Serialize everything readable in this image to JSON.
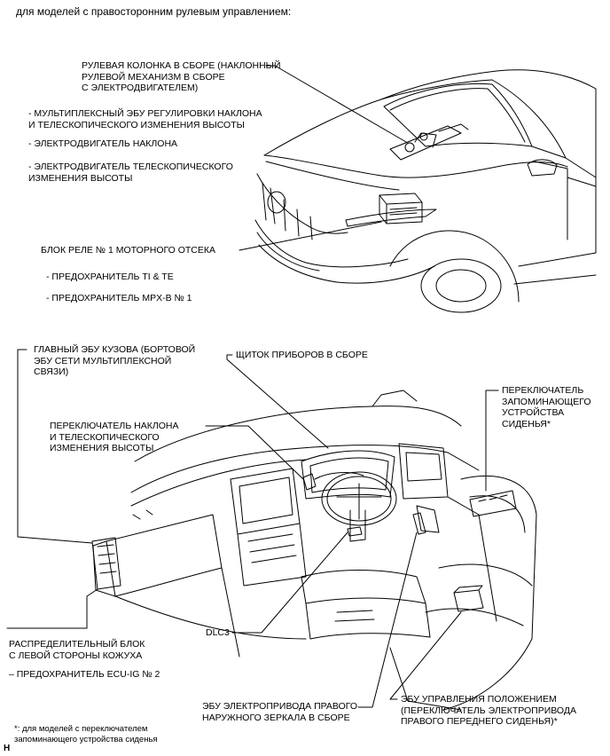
{
  "header": "для моделей с правосторонним рулевым управлением:",
  "labels": {
    "steering_column": [
      "РУЛЕВАЯ КОЛОНКА В СБОРЕ (НАКЛОННЫЙ",
      "РУЛЕВОЙ МЕХАНИЗМ В СБОРЕ",
      "С ЭЛЕКТРОДВИГАТЕЛЕМ)"
    ],
    "ecu_tilt": [
      "- МУЛЬТИПЛЕКСНЫЙ ЭБУ РЕГУЛИРОВКИ НАКЛОНА",
      "И ТЕЛЕСКОПИЧЕСКОГО ИЗМЕНЕНИЯ ВЫСОТЫ"
    ],
    "tilt_motor": "- ЭЛЕКТРОДВИГАТЕЛЬ НАКЛОНА",
    "tele_motor": [
      "- ЭЛЕКТРОДВИГАТЕЛЬ ТЕЛЕСКОПИЧЕСКОГО",
      "ИЗМЕНЕНИЯ ВЫСОТЫ"
    ],
    "relay_block": "БЛОК РЕЛЕ № 1 МОТОРНОГО ОТСЕКА",
    "fuse_ti_te": "- ПРЕДОХРАНИТЕЛЬ TI & TE",
    "fuse_mpx": "- ПРЕДОХРАНИТЕЛЬ MPX-B № 1",
    "main_body_ecu": [
      "ГЛАВНЫЙ ЭБУ КУЗОВА (БОРТОВОЙ",
      "ЭБУ СЕТИ МУЛЬТИПЛЕКСНОЙ",
      "СВЯЗИ)"
    ],
    "instrument_panel": "ЩИТОК ПРИБОРОВ В СБОРЕ",
    "memory_switch": [
      "ПЕРЕКЛЮЧАТЕЛЬ",
      "ЗАПОМИНАЮЩЕГО",
      "УСТРОЙСТВА",
      "СИДЕНЬЯ*"
    ],
    "tilt_switch": [
      "ПЕРЕКЛЮЧАТЕЛЬ НАКЛОНА",
      "И ТЕЛЕСКОПИЧЕСКОГО",
      "ИЗМЕНЕНИЯ ВЫСОТЫ"
    ],
    "dlc3": "DLC3",
    "junction_block": [
      "РАСПРЕДЕЛИТЕЛЬНЫЙ БЛОК",
      "С ЛЕВОЙ СТОРОНЫ КОЖУХА"
    ],
    "fuse_ecu_ig": "– ПРЕДОХРАНИТЕЛЬ ECU-IG № 2",
    "mirror_ecu": [
      "ЭБУ ЭЛЕКТРОПРИВОДА ПРАВОГО",
      "НАРУЖНОГО ЗЕРКАЛА В СБОРЕ"
    ],
    "position_ecu": [
      "ЭБУ УПРАВЛЕНИЯ ПОЛОЖЕНИЕМ",
      "(ПЕРЕКЛЮЧАТЕЛЬ ЭЛЕКТРОПРИВОДА",
      "ПРАВОГО ПЕРЕДНЕГО СИДЕНЬЯ)*"
    ]
  },
  "footnote": [
    "*: для моделей с переключателем",
    "запоминающего устройства сиденья"
  ],
  "corner_mark": "H"
}
